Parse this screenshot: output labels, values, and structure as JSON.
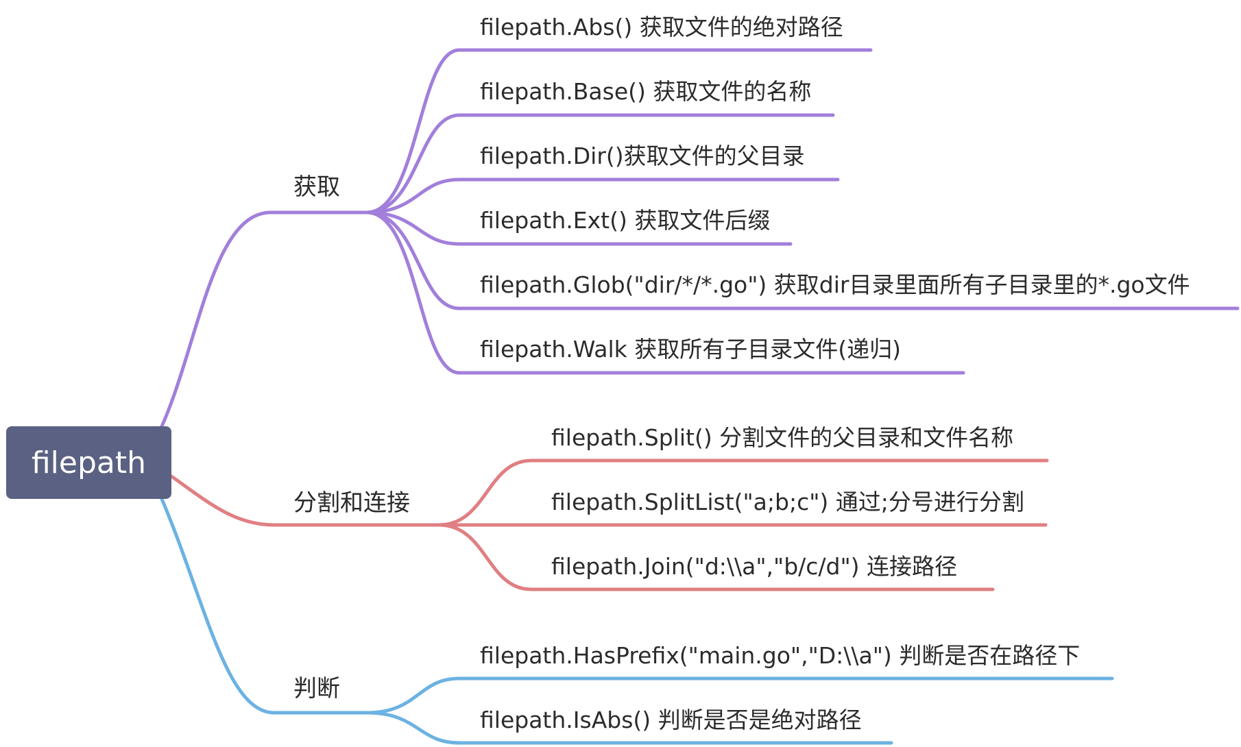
{
  "root": {
    "label": "filepath"
  },
  "colors": {
    "root_bg": "#5b6182",
    "branch_get": "#a27fdb",
    "branch_split": "#e07f82",
    "branch_judge": "#6cb2e2",
    "text": "#2b2b2b"
  },
  "branches": [
    {
      "label": "获取",
      "children": [
        "filepath.Abs() 获取文件的绝对路径",
        "filepath.Base() 获取文件的名称",
        "filepath.Dir()获取文件的父目录",
        "filepath.Ext() 获取文件后缀",
        "filepath.Glob(\"dir/*/*.go\") 获取dir目录里面所有子目录里的*.go文件",
        "filepath.Walk 获取所有子目录文件(递归)"
      ]
    },
    {
      "label": "分割和连接",
      "children": [
        "filepath.Split() 分割文件的父目录和文件名称",
        "filepath.SplitList(\"a;b;c\") 通过;分号进行分割",
        "filepath.Join(\"d:\\\\a\",\"b/c/d\") 连接路径"
      ]
    },
    {
      "label": "判断",
      "children": [
        "filepath.HasPrefix(\"main.go\",\"D:\\\\a\") 判断是否在路径下",
        "filepath.IsAbs() 判断是否是绝对路径"
      ]
    }
  ]
}
